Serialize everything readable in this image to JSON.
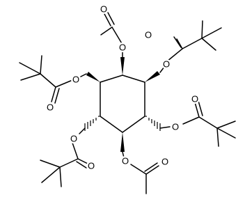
{
  "molecule": {
    "atoms": {
      "o1": "O",
      "o2": "O",
      "o3": "O",
      "o4": "O",
      "o5": "O",
      "o6": "O",
      "o7": "O",
      "o8": "O",
      "o9": "O",
      "o10": "O",
      "o11": "O",
      "o12": "O"
    },
    "colors": {
      "bond": "#000000",
      "label": "#000000",
      "background": "#ffffff"
    }
  }
}
